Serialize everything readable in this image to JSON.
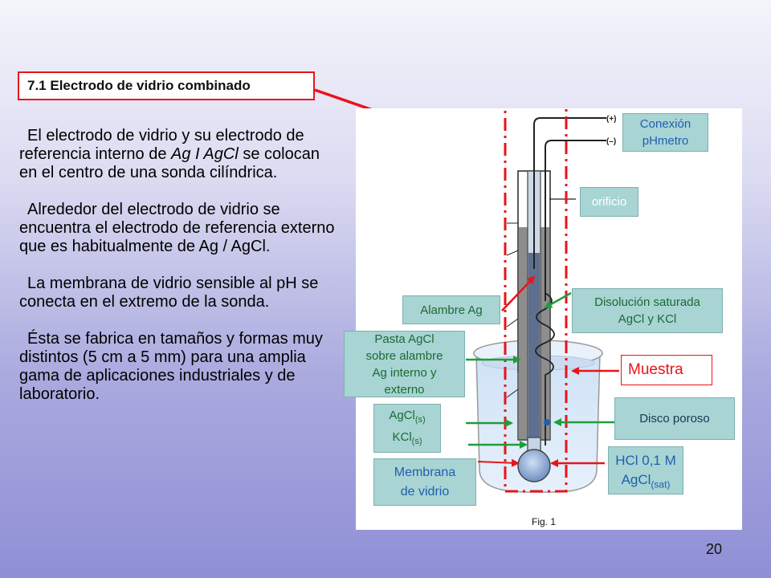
{
  "title": "7.1 Electrodo de vidrio combinado",
  "paragraphs": {
    "p1_a": "El electrodo de vidrio y su electrodo de referencia interno de ",
    "p1_b": "Ag I AgCl",
    "p1_c": " se colocan en el centro de una sonda cilíndrica.",
    "p2": "Alrededor del electrodo de vidrio se encuentra el electrodo de referencia externo que es habitualmente de Ag / AgCl.",
    "p3": "La membrana de vidrio sensible al pH se conecta en el extremo de la sonda.",
    "p4": "Ésta se fabrica en tamaños y formas muy distintos (5 cm a 5 mm) para una amplia gama de aplicaciones industriales y de laboratorio."
  },
  "labels": {
    "conexion_1": "Conexión",
    "conexion_2": "pHmetro",
    "orificio": "orificio",
    "alambre_ag": "Alambre Ag",
    "disolucion_1": "Disolución saturada",
    "disolucion_2": "AgCl y KCl",
    "pasta_1": "Pasta AgCl",
    "pasta_2": "sobre alambre",
    "pasta_3": "Ag interno y",
    "pasta_4": "externo",
    "muestra": "Muestra",
    "agcl": "AgCl",
    "agcl_sub": "(s)",
    "kcl": "KCl",
    "kcl_sub": "(s)",
    "disco": "Disco poroso",
    "membrana_1": "Membrana",
    "membrana_2": "de vidrio",
    "hcl_1": "HCl 0,1 M",
    "hcl_2": "AgCl",
    "hcl_2_sub": "(sat)",
    "plus": "(+)",
    "minus": "(–)"
  },
  "figure_caption": "Fig. 1",
  "page_number": "20",
  "colors": {
    "accent_red": "#e8141b",
    "label_fill": "#a8d4d4",
    "label_text": "#1f5fae",
    "arrow_green": "#1e9e3a"
  }
}
